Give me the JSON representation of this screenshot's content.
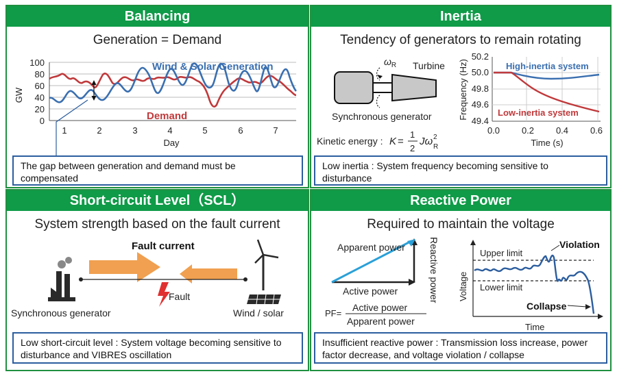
{
  "balancing": {
    "header": "Balancing",
    "subtitle": "Generation = Demand",
    "note": "The gap between generation and demand must be compensated",
    "chart": {
      "ylabel": "GW",
      "xlabel": "Day",
      "yticks": [
        "0",
        "20",
        "40",
        "60",
        "80",
        "100"
      ],
      "xticks": [
        "1",
        "2",
        "3",
        "4",
        "5",
        "6",
        "7"
      ],
      "series_wind_label": "Wind & Solar Generation",
      "series_demand_label": "Demand",
      "color_wind": "#3a6fb0",
      "color_demand": "#c0393b"
    }
  },
  "inertia": {
    "header": "Inertia",
    "subtitle": "Tendency of generators to remain rotating",
    "turbine_label": "Turbine",
    "omega_label": "ω",
    "omega_sub": "R",
    "generator_label": "Synchronous generator",
    "kinetic_label": "Kinetic energy : ",
    "note": "Low inertia : System frequency becoming sensitive to disturbance",
    "chart": {
      "ylabel": "Frequency (Hz)",
      "xlabel": "Time (s)",
      "yticks": [
        "50.2",
        "50.0",
        "49.8",
        "49.6",
        "49.4"
      ],
      "xticks": [
        "0.0",
        "0.2",
        "0.4",
        "0.6"
      ],
      "high_label": "High-inertia system",
      "low_label": "Low-inertia system",
      "color_high": "#3a6fb0",
      "color_low": "#c0393b"
    }
  },
  "scl": {
    "header": "Short-circuit Level（SCL）",
    "subtitle": "System strength based on the fault current",
    "fault_current": "Fault current",
    "fault": "Fault",
    "sync_gen": "Synchronous generator",
    "wind_solar": "Wind / solar",
    "note": "Low short-circuit level : System voltage becoming sensitive to disturbance and VIBRES oscillation",
    "arrow_color": "#f0a050"
  },
  "reactive": {
    "header": "Reactive Power",
    "subtitle": "Required to maintain the voltage",
    "apparent_power": "Apparent power",
    "reactive_power": "Reactive power",
    "active_power": "Active power",
    "pf_label": "PF=",
    "pf_num": "Active power",
    "pf_den": "Apparent power",
    "upper_limit": "Upper limit",
    "lower_limit": "Lower limit",
    "violation": "Violation",
    "collapse": "Collapse",
    "voltage": "Voltage",
    "time": "Time",
    "note": "Insufficient reactive power : Transmission loss increase, power factor decrease, and voltage violation / collapse"
  }
}
